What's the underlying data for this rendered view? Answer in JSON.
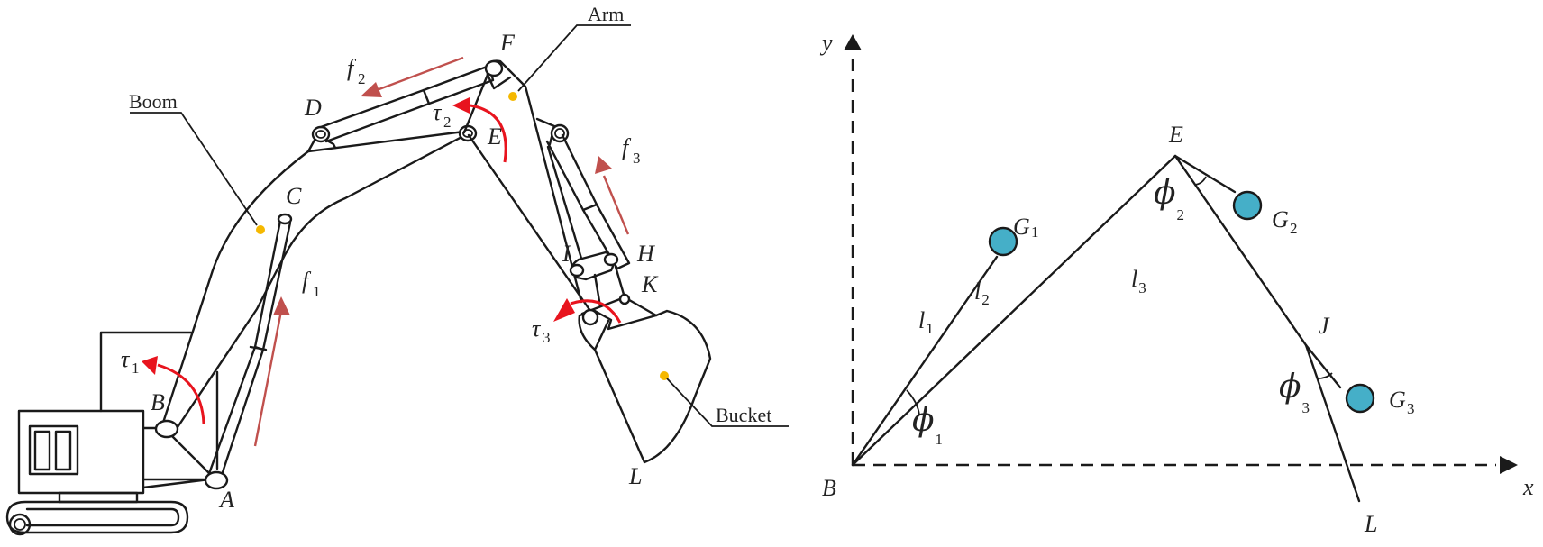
{
  "colors": {
    "line": "#1a1a1a",
    "force_arrow": "#c0504d",
    "torque_arrow": "#e8141e",
    "mass_center": "#f5b800",
    "mass_node": "#45afc8"
  },
  "left_diagram": {
    "callouts": {
      "boom": "Boom",
      "arm": "Arm",
      "bucket": "Bucket"
    },
    "points": {
      "A": "A",
      "B": "B",
      "C": "C",
      "D": "D",
      "E": "E",
      "F": "F",
      "H": "H",
      "I": "I",
      "K": "K",
      "L": "L"
    },
    "forces": [
      {
        "sym": "f",
        "sub": "1"
      },
      {
        "sym": "f",
        "sub": "2"
      },
      {
        "sym": "f",
        "sub": "3"
      }
    ],
    "torques": [
      {
        "sym": "τ",
        "sub": "1"
      },
      {
        "sym": "τ",
        "sub": "2"
      },
      {
        "sym": "τ",
        "sub": "3"
      }
    ]
  },
  "right_diagram": {
    "axes": {
      "x": "x",
      "y": "y"
    },
    "points": {
      "B": "B",
      "E": "E",
      "J": "J",
      "L": "L"
    },
    "masses": [
      {
        "sym": "G",
        "sub": "1"
      },
      {
        "sym": "G",
        "sub": "2"
      },
      {
        "sym": "G",
        "sub": "3"
      }
    ],
    "lengths": [
      {
        "sym": "l",
        "sub": "1"
      },
      {
        "sym": "l",
        "sub": "2"
      },
      {
        "sym": "l",
        "sub": "3"
      }
    ],
    "angles": [
      {
        "sym": "ϕ",
        "sub": "1"
      },
      {
        "sym": "ϕ",
        "sub": "2"
      },
      {
        "sym": "ϕ",
        "sub": "3"
      }
    ]
  }
}
